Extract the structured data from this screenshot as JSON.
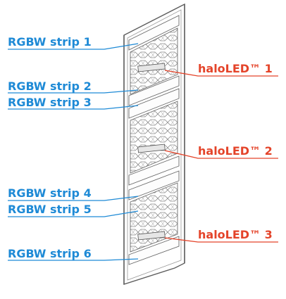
{
  "colors": {
    "left_label": "#1e8ad6",
    "right_label": "#e4442a",
    "panel_line": "#6a6a6a",
    "panel_light": "#c9c9c9",
    "background": "#ffffff"
  },
  "rgbw_labels": [
    "RGBW strip  1",
    "RGBW strip  2",
    "RGBW strip  3",
    "RGBW strip  4",
    "RGBW strip  5",
    "RGBW strip  6"
  ],
  "halo_labels": [
    "haloLED™  1",
    "haloLED™  2",
    "haloLED™  3"
  ]
}
